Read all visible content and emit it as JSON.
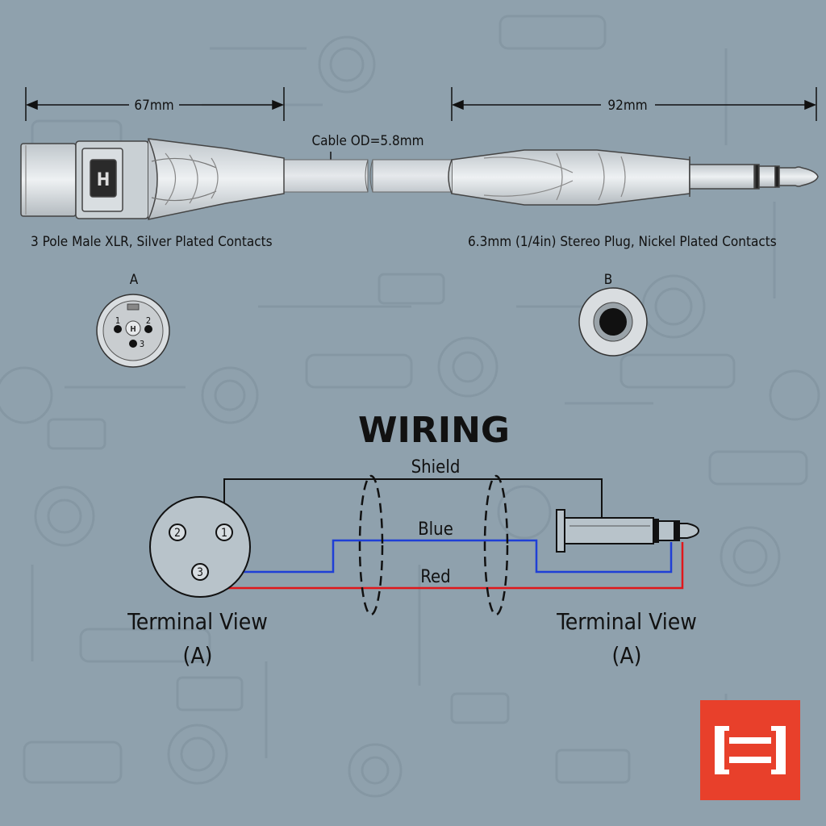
{
  "dimensions": {
    "left_length": "67mm",
    "right_length": "92mm",
    "cable_od": "Cable OD=5.8mm"
  },
  "connectors": {
    "left_description": "3 Pole Male XLR, Silver Plated Contacts",
    "right_description": "6.3mm (1/4in) Stereo Plug, Nickel Plated Contacts"
  },
  "end_views": {
    "left_label": "A",
    "right_label": "B",
    "pins": [
      "1",
      "2",
      "3"
    ]
  },
  "wiring": {
    "title": "WIRING",
    "shield_label": "Shield",
    "blue_label": "Blue",
    "red_label": "Red",
    "pins": [
      "1",
      "2",
      "3"
    ],
    "left_view_line1": "Terminal View",
    "left_view_line2": "(A)",
    "right_view_line1": "Terminal View",
    "right_view_line2": "(A)"
  },
  "colors": {
    "background": "#8fa1ad",
    "blue_wire": "#1f3fd6",
    "red_wire": "#e0161b",
    "brand": "#e8402b"
  },
  "icons": {
    "xlr_connector": "xlr-male-connector-icon",
    "trs_plug": "trs-stereo-plug-icon",
    "logo": "hosa-logo-icon"
  }
}
